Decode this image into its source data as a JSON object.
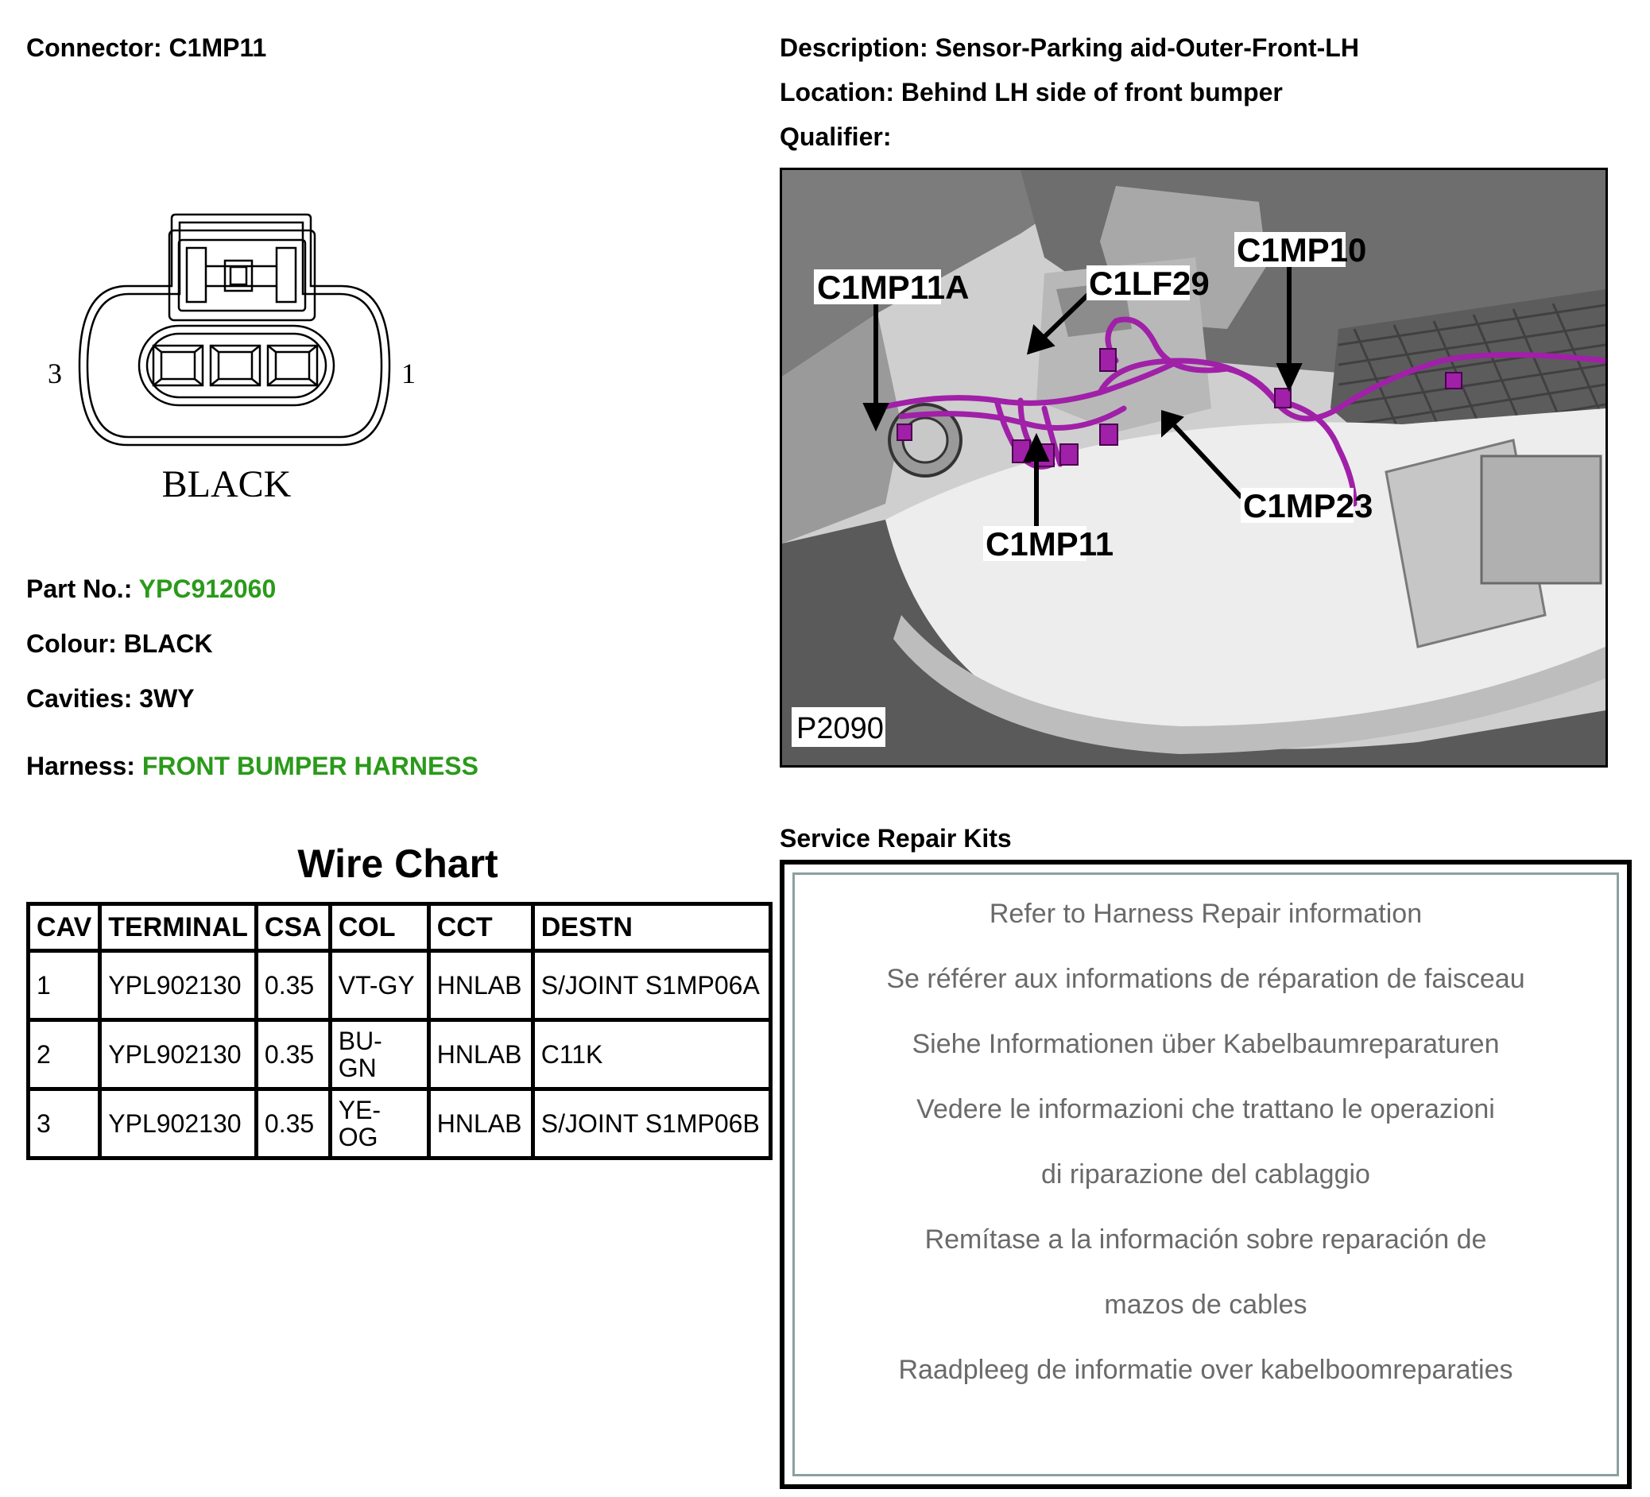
{
  "connector": {
    "label": "Connector:",
    "id": "C1MP11",
    "pin_left": "3",
    "pin_right": "1",
    "body_colour": "BLACK"
  },
  "details": {
    "part_no_label": "Part No.:",
    "part_no": "YPC912060",
    "colour_label": "Colour:",
    "colour": "BLACK",
    "cavities_label": "Cavities:",
    "cavities": "3WY",
    "harness_label": "Harness:",
    "harness": "FRONT BUMPER HARNESS",
    "highlight_color": "#2a9a1a"
  },
  "info": {
    "description_label": "Description:",
    "description": "Sensor-Parking aid-Outer-Front-LH",
    "location_label": "Location:",
    "location": "Behind LH side of front bumper",
    "qualifier_label": "Qualifier:",
    "qualifier": ""
  },
  "wire_chart": {
    "title": "Wire Chart",
    "headers": [
      "CAV",
      "TERMINAL",
      "CSA",
      "COL",
      "CCT",
      "DESTN"
    ],
    "rows": [
      {
        "cav": "1",
        "terminal": "YPL902130",
        "csa": "0.35",
        "col": "VT-GY",
        "cct": "HNLAB",
        "destn": "S/JOINT S1MP06A"
      },
      {
        "cav": "2",
        "terminal": "YPL902130",
        "csa": "0.35",
        "col": "BU-GN",
        "cct": "HNLAB",
        "destn": "C11K"
      },
      {
        "cav": "3",
        "terminal": "YPL902130",
        "csa": "0.35",
        "col": "YE-OG",
        "cct": "HNLAB",
        "destn": "S/JOINT S1MP06B"
      }
    ]
  },
  "location_image": {
    "callouts": [
      "C1MP11A",
      "C1LF29",
      "C1MP10",
      "C1MP23",
      "C1MP11"
    ],
    "figure_id": "P2090",
    "harness_color": "#a020a8"
  },
  "service_kits": {
    "title": "Service Repair Kits",
    "lines": [
      "Refer to Harness Repair information",
      "Se référer aux informations de réparation de faisceau",
      "Siehe Informationen über Kabelbaumreparaturen",
      "Vedere le informazioni che trattano le operazioni",
      "di riparazione del cablaggio",
      "Remítase a la información sobre reparación de",
      "mazos de cables",
      "Raadpleeg de informatie over kabelboomreparaties"
    ]
  }
}
